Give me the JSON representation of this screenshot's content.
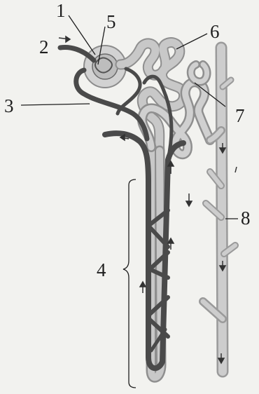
{
  "diagram": {
    "labels": {
      "l1": "1",
      "l2": "2",
      "l3": "3",
      "l4": "4",
      "l5": "5",
      "l6": "6",
      "l7": "7",
      "l8": "8"
    },
    "colors": {
      "background": "#f2f2ef",
      "blood_vessel": "#4a4a4a",
      "tubule": "#b7b7b7",
      "collecting_duct": "#c4c4c4",
      "glomerulus": "#c9c9c9",
      "line": "#1e1e1e"
    }
  }
}
